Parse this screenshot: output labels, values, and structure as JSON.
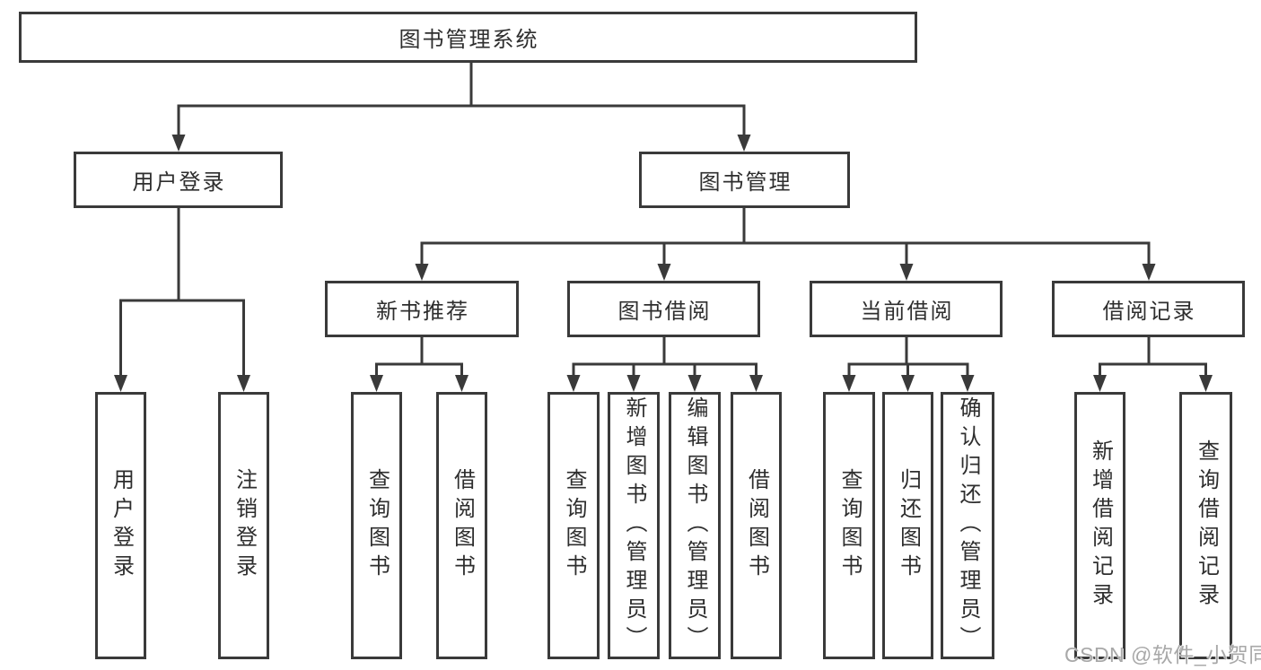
{
  "diagram": {
    "type": "hierarchy",
    "nodes": {
      "root": {
        "label": "图书管理系统"
      },
      "level2": {
        "user_login": {
          "label": "用户登录"
        },
        "book_management": {
          "label": "图书管理"
        }
      },
      "level3": {
        "new_book_recommend": {
          "label": "新书推荐"
        },
        "book_borrowing": {
          "label": "图书借阅"
        },
        "current_borrowing": {
          "label": "当前借阅"
        },
        "borrowing_records": {
          "label": "借阅记录"
        }
      },
      "leaves": {
        "user_login": {
          "label": "用户登录"
        },
        "logout": {
          "label": "注销登录"
        },
        "nbr_query_books": {
          "label": "查询图书"
        },
        "nbr_borrow_books": {
          "label": "借阅图书"
        },
        "bb_query_books": {
          "label": "查询图书"
        },
        "bb_add_books_admin": {
          "label": "新增图书（管理员）"
        },
        "bb_edit_books_admin": {
          "label": "编辑图书（管理员）"
        },
        "bb_borrow_books": {
          "label": "借阅图书"
        },
        "cb_query_books": {
          "label": "查询图书"
        },
        "cb_return_books": {
          "label": "归还图书"
        },
        "cb_confirm_return_admin": {
          "label": "确认归还（管理员）"
        },
        "br_add_record": {
          "label": "新增借阅记录"
        },
        "br_query_record": {
          "label": "查询借阅记录"
        }
      }
    }
  },
  "watermark": {
    "text": "CSDN @软件_小贺同学"
  },
  "colors": {
    "line": "#3a3a3a",
    "text": "#2e2e2e",
    "watermark": "#a8a8a8",
    "background": "#ffffff"
  }
}
